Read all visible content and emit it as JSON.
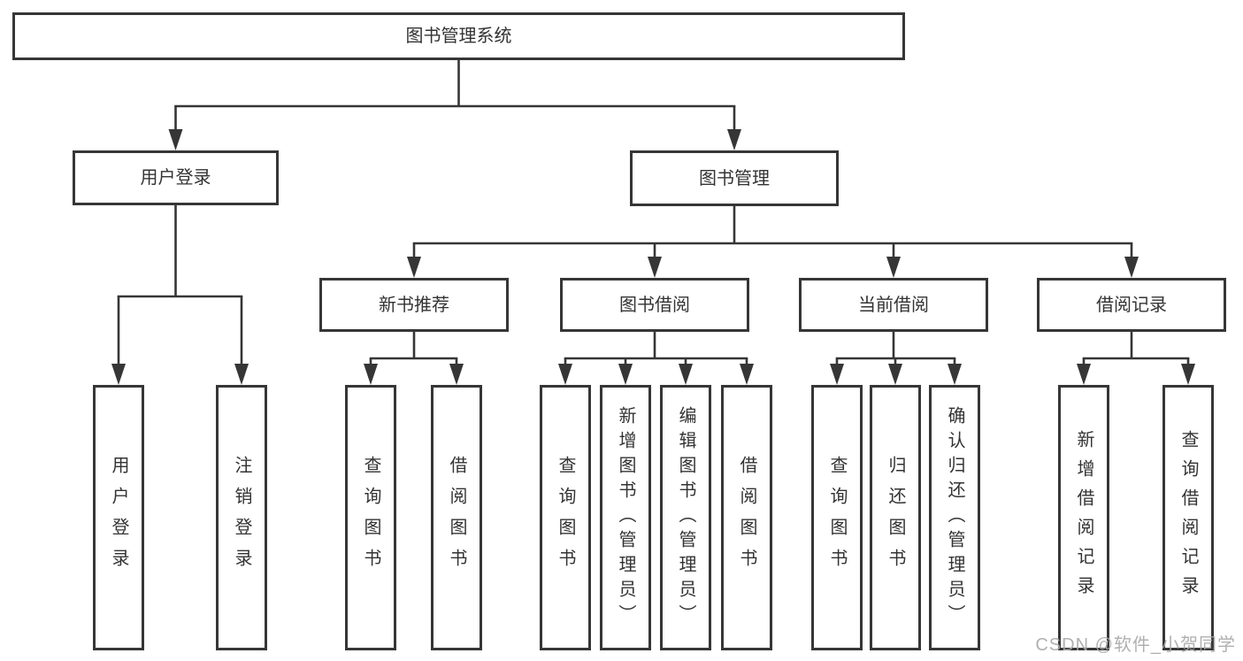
{
  "diagram": {
    "title": "图书管理系统",
    "watermark": "CSDN @软件_小贺同学",
    "colors": {
      "background": "#ffffff",
      "line": "#363636",
      "box_border": "#363636",
      "box_bg": "#ffffff",
      "text": "#333333",
      "watermark": "#a8a8a8"
    },
    "nodes": [
      {
        "id": "root",
        "label": "图书管理系统",
        "vertical": false,
        "children": [
          "user-login",
          "book-mgmt"
        ]
      },
      {
        "id": "user-login",
        "label": "用户登录",
        "vertical": false,
        "children": [
          "leaf-user-login",
          "leaf-logout"
        ]
      },
      {
        "id": "book-mgmt",
        "label": "图书管理",
        "vertical": false,
        "children": [
          "new-book-rec",
          "book-borrow",
          "current-borrow",
          "borrow-records"
        ]
      },
      {
        "id": "new-book-rec",
        "label": "新书推荐",
        "vertical": false,
        "children": [
          "leaf-query-book-1",
          "leaf-borrow-book-1"
        ]
      },
      {
        "id": "book-borrow",
        "label": "图书借阅",
        "vertical": false,
        "children": [
          "leaf-query-book-2",
          "leaf-add-book",
          "leaf-edit-book",
          "leaf-borrow-book-2"
        ]
      },
      {
        "id": "current-borrow",
        "label": "当前借阅",
        "vertical": false,
        "children": [
          "leaf-query-book-3",
          "leaf-return-book",
          "leaf-confirm-return"
        ]
      },
      {
        "id": "borrow-records",
        "label": "借阅记录",
        "vertical": false,
        "children": [
          "leaf-add-record",
          "leaf-query-record"
        ]
      },
      {
        "id": "leaf-user-login",
        "label": "用户登录",
        "vertical": true,
        "children": []
      },
      {
        "id": "leaf-logout",
        "label": "注销登录",
        "vertical": true,
        "children": []
      },
      {
        "id": "leaf-query-book-1",
        "label": "查询图书",
        "vertical": true,
        "children": []
      },
      {
        "id": "leaf-borrow-book-1",
        "label": "借阅图书",
        "vertical": true,
        "children": []
      },
      {
        "id": "leaf-query-book-2",
        "label": "查询图书",
        "vertical": true,
        "children": []
      },
      {
        "id": "leaf-add-book",
        "label": "新增图书（管理员）",
        "vertical": true,
        "children": []
      },
      {
        "id": "leaf-edit-book",
        "label": "编辑图书（管理员）",
        "vertical": true,
        "children": []
      },
      {
        "id": "leaf-borrow-book-2",
        "label": "借阅图书",
        "vertical": true,
        "children": []
      },
      {
        "id": "leaf-query-book-3",
        "label": "查询图书",
        "vertical": true,
        "children": []
      },
      {
        "id": "leaf-return-book",
        "label": "归还图书",
        "vertical": true,
        "children": []
      },
      {
        "id": "leaf-confirm-return",
        "label": "确认归还（管理员）",
        "vertical": true,
        "children": []
      },
      {
        "id": "leaf-add-record",
        "label": "新增借阅记录",
        "vertical": true,
        "children": []
      },
      {
        "id": "leaf-query-record",
        "label": "查询借阅记录",
        "vertical": true,
        "children": []
      }
    ]
  }
}
